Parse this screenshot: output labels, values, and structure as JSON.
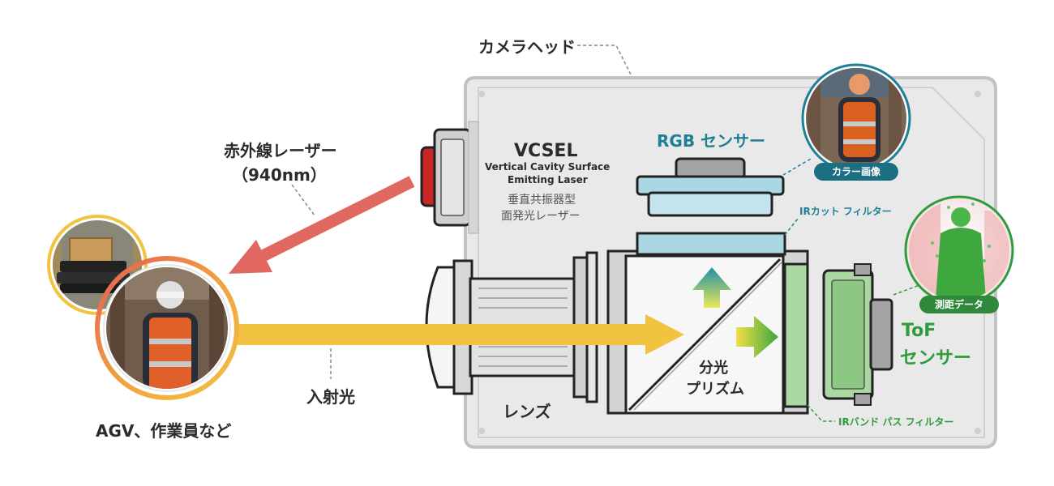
{
  "labels": {
    "camera_head": "カメラヘッド",
    "ir_laser_line1": "赤外線レーザー",
    "ir_laser_line2": "（940nm）",
    "vcsel_title": "VCSEL",
    "vcsel_en_line1": "Vertical Cavity Surface",
    "vcsel_en_line2": "Emitting Laser",
    "vcsel_jp_line1": "垂直共振器型",
    "vcsel_jp_line2": "面発光レーザー",
    "rgb_sensor": "RGB センサー",
    "color_image": "カラー画像",
    "ir_cut_filter": "IRカット フィルター",
    "prism_line1": "分光",
    "prism_line2": "プリズム",
    "lens": "レンズ",
    "tof_line1": "ToF",
    "tof_line2": "センサー",
    "ranging_data": "測距データ",
    "ir_bandpass_filter": "IRバンド パス フィルター",
    "incident_light": "入射光",
    "agv_workers": "AGV、作業員など"
  },
  "colors": {
    "housing": "#e9e9e9",
    "housing_border": "#c2c2c2",
    "incident_arrow": "#f2c341",
    "laser_arrow": "#e06860",
    "laser_red": "#d02a2a",
    "teal": "#1f7f96",
    "filter_cyan": "#a9d8e4",
    "green": "#2e9c3c",
    "filter_green": "#a9d9a0",
    "pill_teal": "#1c6f83",
    "pill_green": "#2e8a3a"
  }
}
